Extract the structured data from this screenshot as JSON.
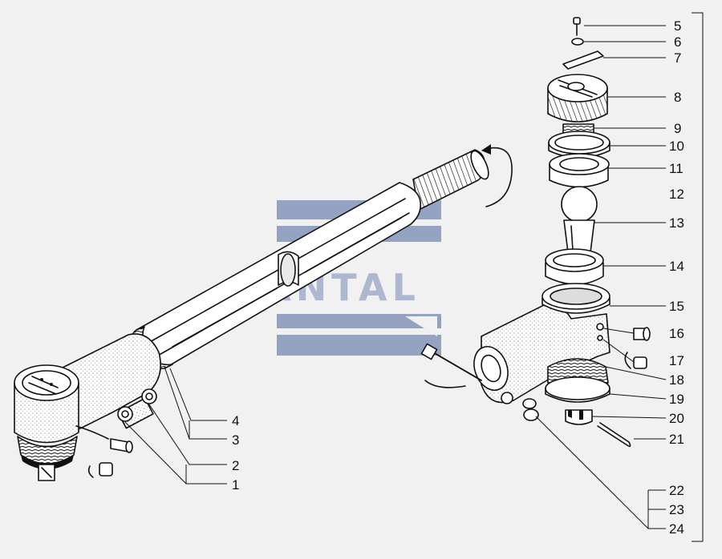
{
  "watermark": {
    "text": "SANTAL",
    "color": "#7f90b8"
  },
  "callouts": [
    "1",
    "2",
    "3",
    "4",
    "5",
    "6",
    "7",
    "8",
    "9",
    "10",
    "11",
    "12",
    "13",
    "14",
    "15",
    "16",
    "17",
    "18",
    "19",
    "20",
    "21",
    "22",
    "23",
    "24"
  ],
  "colors": {
    "ink": "#111111",
    "paper": "#f1f1f1",
    "stipple": "#888888"
  }
}
